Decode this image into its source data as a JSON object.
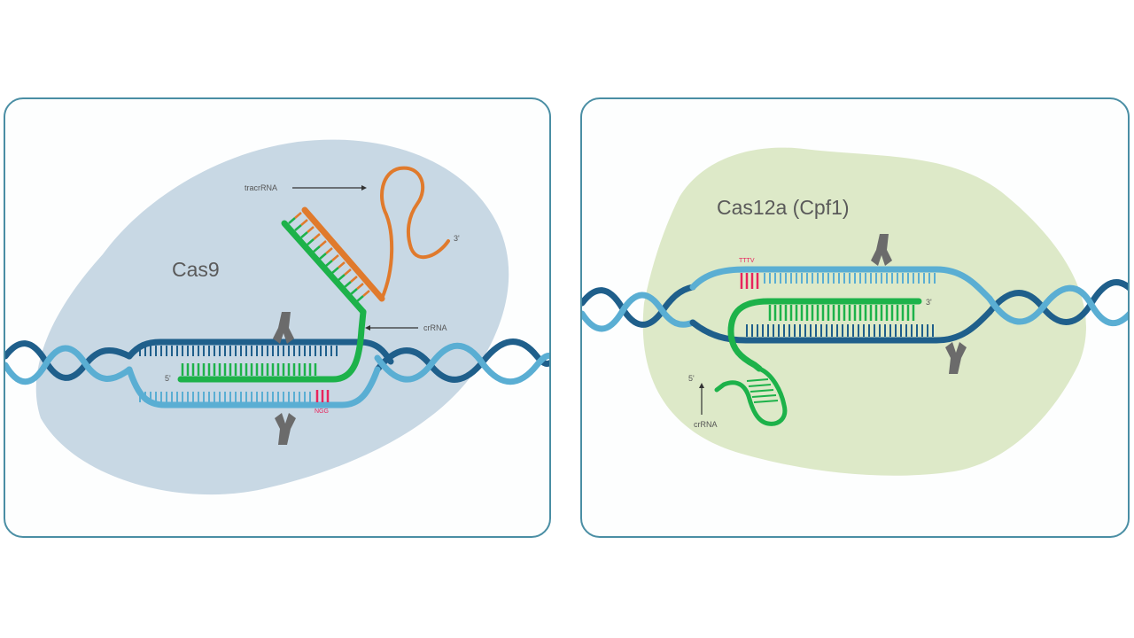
{
  "panels": {
    "cas9": {
      "enzyme_label": "Cas9",
      "tracr_label": "tracrRNA",
      "crrna_label": "crRNA",
      "five_prime": "5'",
      "three_prime": "3'",
      "pam_label": "NGG"
    },
    "cas12a": {
      "enzyme_label": "Cas12a (Cpf1)",
      "crrna_label": "crRNA",
      "five_prime": "5'",
      "three_prime": "3'",
      "pam_label": "TTTV"
    }
  },
  "colors": {
    "frame": "#4a8ea4",
    "cas9_blob": "#c8d8e4",
    "cas12a_blob": "#dde9c8",
    "dna_dark": "#1f5f8b",
    "dna_light": "#5aaed3",
    "rna_green": "#1db24a",
    "tracr_orange": "#e07a2c",
    "pam_red": "#e8245c",
    "scissors": "#6b6b6b"
  },
  "icons": [
    "scissors-icon",
    "arrow-icon"
  ]
}
